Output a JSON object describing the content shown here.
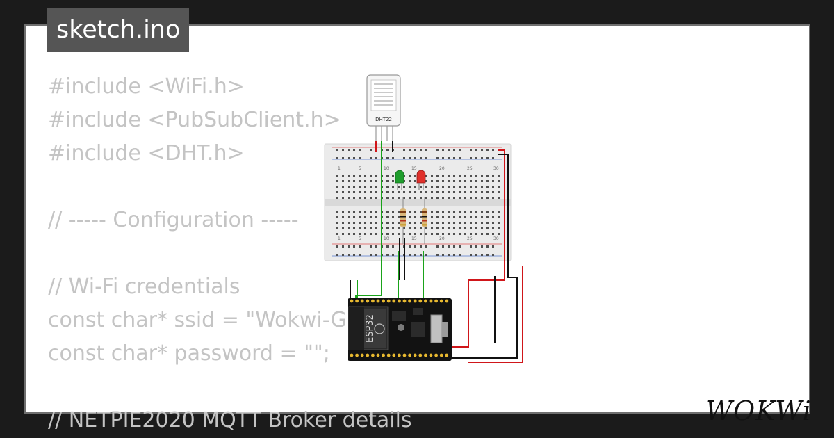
{
  "file": {
    "name": "sketch.ino"
  },
  "code": {
    "lines": [
      "#include <WiFi.h>",
      "#include <PubSubClient.h>",
      "#include <DHT.h>",
      "",
      "// ----- Configuration -----",
      "",
      "// Wi-Fi credentials",
      "const char* ssid = \"Wokwi-G",
      "const char* password = \"\";",
      "",
      "// NETPIE2020 MQTT Broker details"
    ]
  },
  "circuit": {
    "sensor_label": "DHT22",
    "board_label": "ESP32",
    "breadboard_numbers": [
      "1",
      "5",
      "10",
      "15",
      "20",
      "25",
      "30"
    ],
    "led_colors": [
      "#1f9d2d",
      "#e0302b"
    ]
  },
  "brand": {
    "logo_text": "WOKWi"
  },
  "colors": {
    "background": "#1b1b1b",
    "card": "#ffffff",
    "code_text": "#c4c4c4",
    "file_tab": "#555555",
    "wire_green": "#1aa31a",
    "wire_red": "#d0161a",
    "wire_black": "#111111"
  }
}
